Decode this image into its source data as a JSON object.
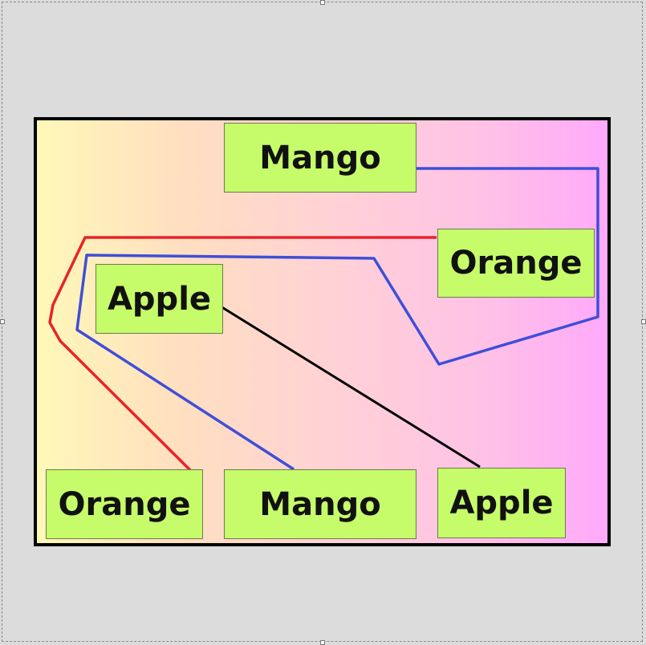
{
  "nodes": {
    "top_mango": "Mango",
    "right_orange": "Orange",
    "left_apple": "Apple",
    "bottom_orange": "Orange",
    "bottom_mango": "Mango",
    "bottom_apple": "Apple"
  },
  "colors": {
    "node_fill": "#c6fb6a",
    "red_connector": "#e8232a",
    "blue_connector": "#3f4ed8",
    "black_connector": "#000000",
    "gradient_left": "#fff8b8",
    "gradient_right": "#ffa9fb"
  }
}
